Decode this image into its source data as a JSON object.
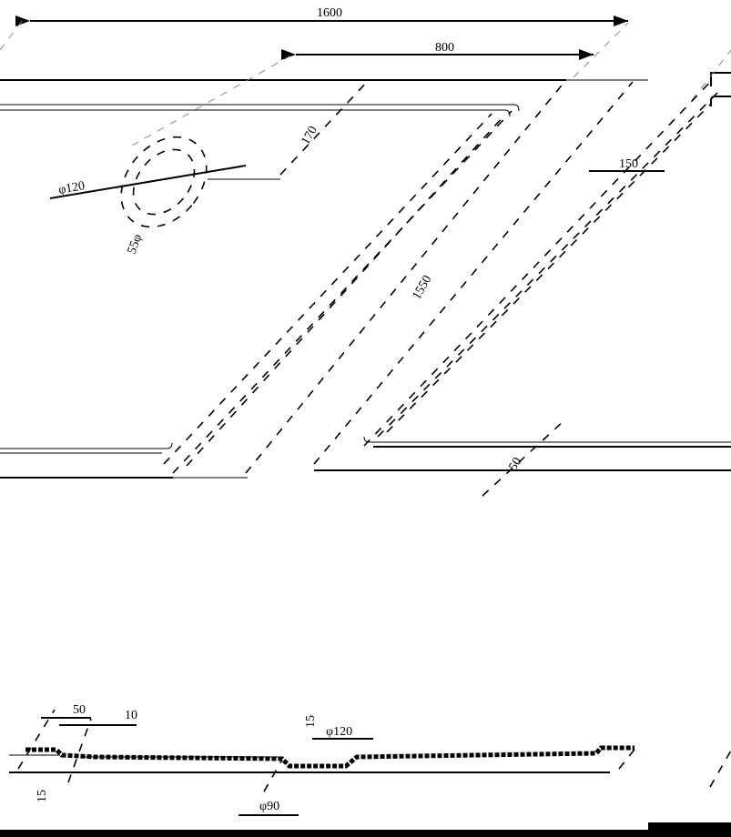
{
  "drawing": {
    "plan_view": {
      "overall_length": "1600",
      "inner_length": "800",
      "offset_top": "170",
      "drain_diameter": "φ120",
      "drain_inner": "55φ",
      "rim_width": "150",
      "inner_width": "1550",
      "offset_bottom": "50"
    },
    "section_view": {
      "rim_width": "50",
      "rim_step": "10",
      "depth_left": "15",
      "depth_center": "15",
      "drain_outer": "φ120",
      "drain_inner": "φ90"
    }
  }
}
